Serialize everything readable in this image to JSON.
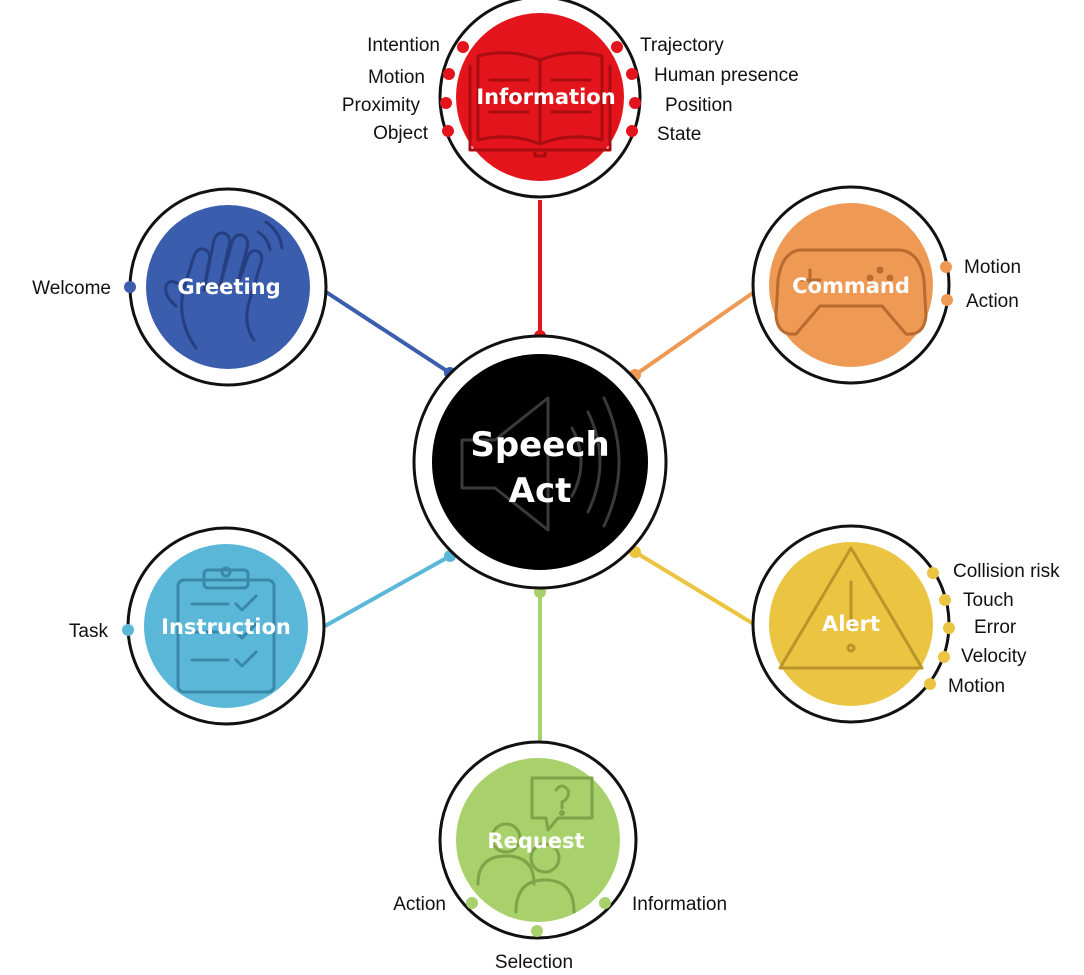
{
  "center": {
    "line1": "Speech",
    "line2": "Act",
    "color": "#000000",
    "icon": "speaker-icon"
  },
  "hubs": {
    "information": {
      "title": "Information",
      "color": "#E3141B",
      "icon": "book-icon",
      "left": [
        "Intention",
        "Motion",
        "Proximity",
        "Object"
      ],
      "right": [
        "Trajectory",
        "Human presence",
        "Position",
        "State"
      ]
    },
    "greeting": {
      "title": "Greeting",
      "color": "#3A5DAE",
      "icon": "waving-hand-icon",
      "left": [
        "Welcome"
      ]
    },
    "command": {
      "title": "Command",
      "color": "#EE9A55",
      "icon": "gamepad-icon",
      "right": [
        "Motion",
        "Action"
      ]
    },
    "instruction": {
      "title": "Instruction",
      "color": "#5BB7D8",
      "icon": "clipboard-icon",
      "left": [
        "Task"
      ]
    },
    "alert": {
      "title": "Alert",
      "color": "#EBC441",
      "icon": "warning-icon",
      "right": [
        "Collision risk",
        "Touch",
        "Error",
        "Velocity",
        "Motion"
      ]
    },
    "request": {
      "title": "Request",
      "color": "#A8D16C",
      "icon": "question-people-icon",
      "left": [
        "Action"
      ],
      "right": [
        "Information"
      ],
      "bottom": [
        "Selection"
      ]
    }
  }
}
